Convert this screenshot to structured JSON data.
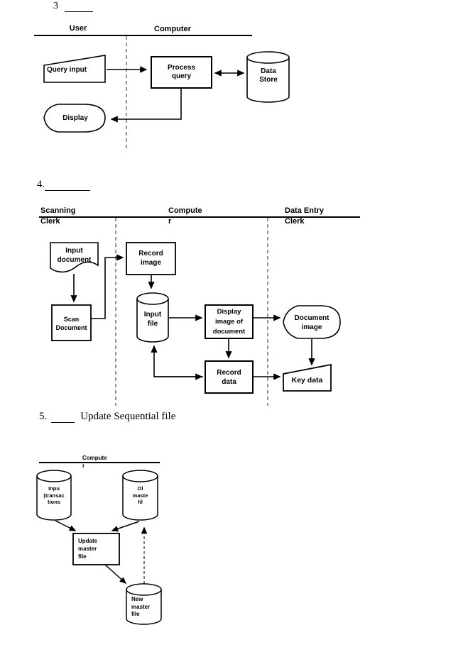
{
  "page": {
    "background": "#ffffff",
    "ink": "#000000",
    "divider_color": "#888888",
    "dashed_arrow_color": "#555555"
  },
  "q3": {
    "caption_number": "3",
    "columns": {
      "left": "User",
      "right": "Computer"
    },
    "nodes": {
      "query_input": "Query input",
      "process_query": "Process\nquery",
      "data_store": "Data\nStore",
      "display": "Display"
    },
    "edges": [
      {
        "from": "query_input",
        "to": "process_query",
        "style": "solid",
        "direction": "one-way"
      },
      {
        "from": "process_query",
        "to": "data_store",
        "style": "solid",
        "direction": "two-way"
      },
      {
        "from": "process_query",
        "to": "display",
        "style": "solid",
        "direction": "one-way"
      }
    ]
  },
  "q4": {
    "caption_number": "4.",
    "columns": {
      "left": "Scanning\nClerk",
      "middle": "Compute\nr",
      "right": "Data Entry\nClerk"
    },
    "nodes": {
      "input_document": "Input\ndocument",
      "scan_document": "Scan\nDocument",
      "record_image": "Record\nimage",
      "input_file": "Input\nfile",
      "display_image": "Display\nimage of\ndocument",
      "document_image": "Document\nimage",
      "record_data": "Record\ndata",
      "key_data": "Key data"
    },
    "edges": [
      {
        "from": "input_document",
        "to": "scan_document",
        "style": "solid",
        "direction": "one-way"
      },
      {
        "from": "scan_document",
        "to": "record_image",
        "style": "solid",
        "direction": "one-way"
      },
      {
        "from": "record_image",
        "to": "input_file",
        "style": "solid",
        "direction": "one-way"
      },
      {
        "from": "input_file",
        "to": "display_image",
        "style": "solid",
        "direction": "one-way"
      },
      {
        "from": "display_image",
        "to": "document_image",
        "style": "solid",
        "direction": "one-way"
      },
      {
        "from": "display_image",
        "to": "record_data",
        "style": "solid",
        "direction": "one-way"
      },
      {
        "from": "input_file",
        "to": "record_data",
        "style": "solid",
        "direction": "two-way"
      },
      {
        "from": "record_data",
        "to": "key_data",
        "style": "solid",
        "direction": "one-way"
      },
      {
        "from": "document_image",
        "to": "key_data",
        "style": "solid",
        "direction": "one-way"
      }
    ]
  },
  "q5": {
    "caption_number": "5.",
    "caption_text": "Update Sequential file",
    "columns": {
      "middle": "Compute\nr"
    },
    "nodes": {
      "input_transactions": "Inpu\n(transac\ntions",
      "old_master_file": "Ol\nmaste\nfil",
      "update_master_file": "Update\nmaster\nfile",
      "new_master_file": "New\nmaster\nfile"
    },
    "edges": [
      {
        "from": "input_transactions",
        "to": "update_master_file",
        "style": "solid",
        "direction": "one-way"
      },
      {
        "from": "old_master_file",
        "to": "update_master_file",
        "style": "solid",
        "direction": "one-way"
      },
      {
        "from": "update_master_file",
        "to": "new_master_file",
        "style": "solid",
        "direction": "one-way"
      },
      {
        "from": "new_master_file",
        "to": "old_master_file",
        "style": "dashed",
        "direction": "one-way"
      }
    ]
  }
}
